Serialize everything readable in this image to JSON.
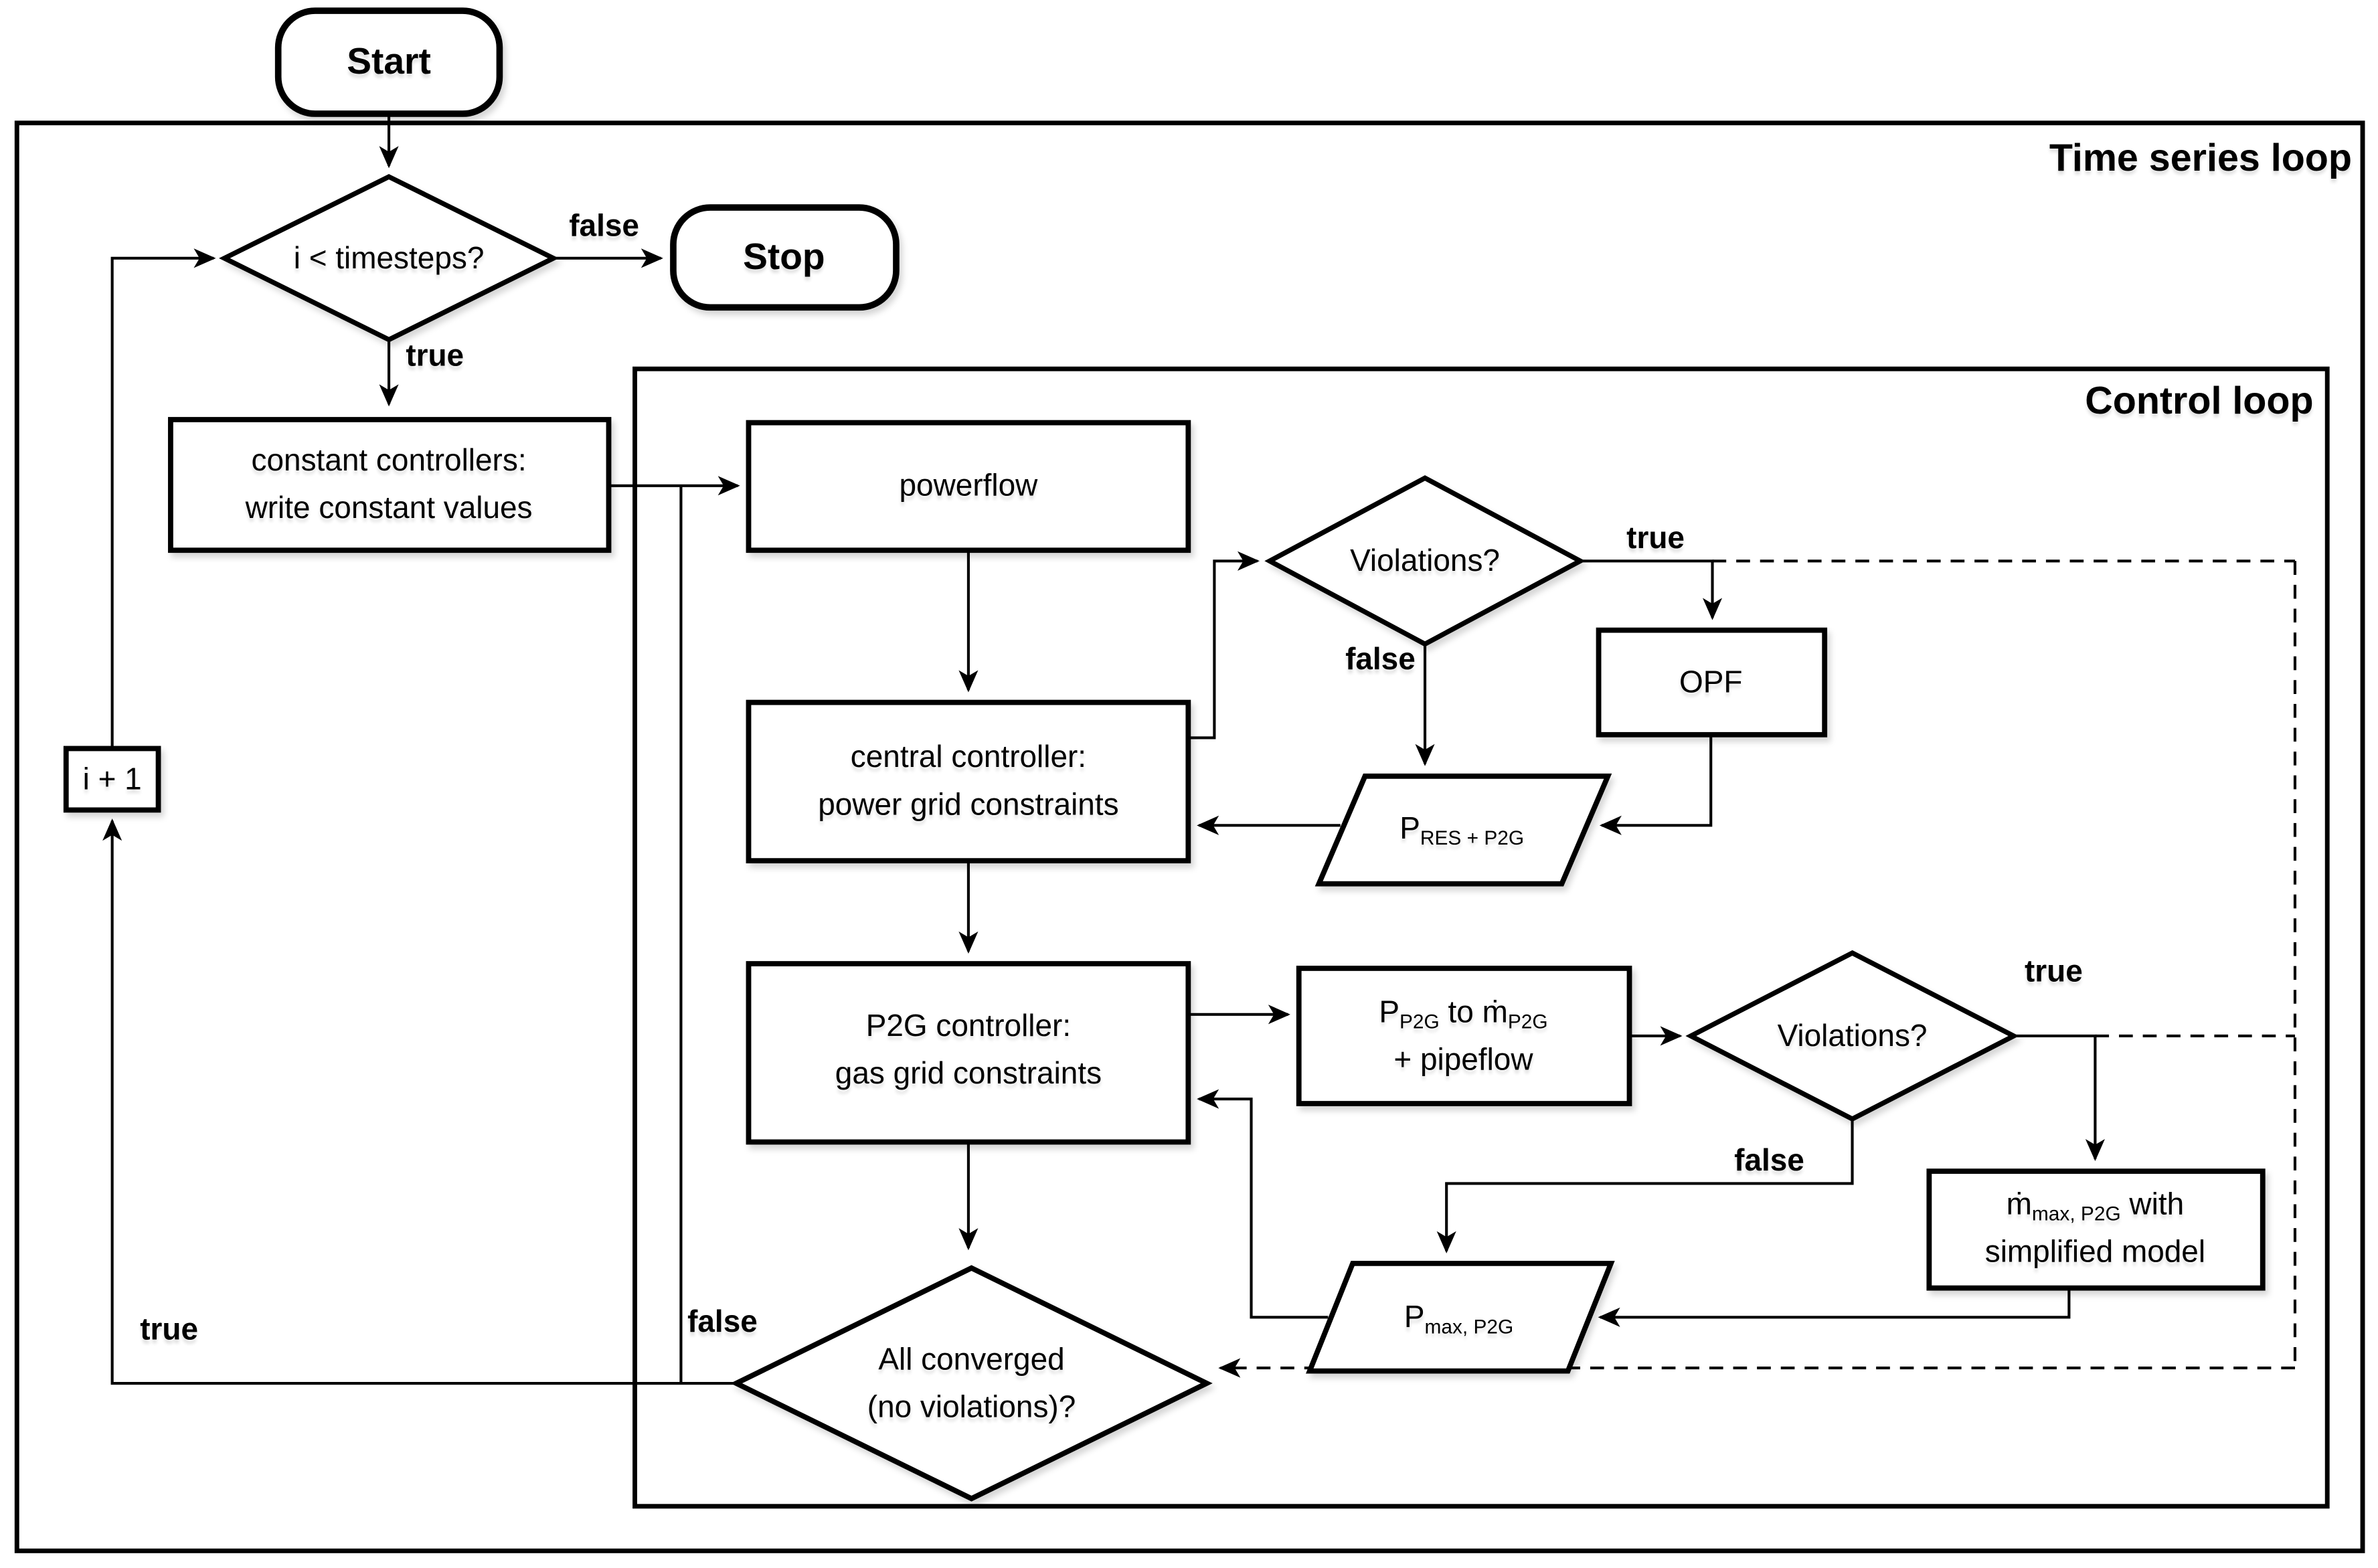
{
  "diagram": {
    "background": "#ffffff",
    "stroke_color": "#000000",
    "loops": {
      "outer_label": "Time series loop",
      "control_label": "Control loop"
    },
    "nodes": {
      "start": {
        "label": "Start"
      },
      "stop": {
        "label": "Stop"
      },
      "timesteps_decision": {
        "label": "i < timesteps?"
      },
      "constant_controllers": {
        "line1": "constant controllers:",
        "line2": "write constant values"
      },
      "powerflow": {
        "label": "powerflow"
      },
      "central_controller": {
        "line1": "central controller:",
        "line2": "power grid constraints"
      },
      "violations_power": {
        "label": "Violations?"
      },
      "opf": {
        "label": "OPF"
      },
      "p_res_p2g": {
        "main": "P",
        "sub": "RES + P2G"
      },
      "p2g_controller": {
        "line1": "P2G controller:",
        "line2": "gas grid constraints"
      },
      "p_to_mdot": {
        "main1": "P",
        "sub1": "P2G",
        "mid": " to ṁ",
        "sub2": "P2G",
        "line2": "+ pipeflow"
      },
      "violations_gas": {
        "label": "Violations?"
      },
      "mdot_max": {
        "main1": "ṁ",
        "sub1": "max, P2G",
        "rest1": " with",
        "line2": "simplified model"
      },
      "p_max_p2g": {
        "main": "P",
        "sub": "max, P2G"
      },
      "increment": {
        "label": "i + 1"
      },
      "all_converged": {
        "line1": "All converged",
        "line2": "(no violations)?"
      }
    },
    "edge_labels": {
      "timesteps_false": "false",
      "timesteps_true": "true",
      "violations_power_true": "true",
      "violations_power_false": "false",
      "violations_gas_true": "true",
      "violations_gas_false": "false",
      "converged_false": "false",
      "converged_true": "true"
    }
  }
}
